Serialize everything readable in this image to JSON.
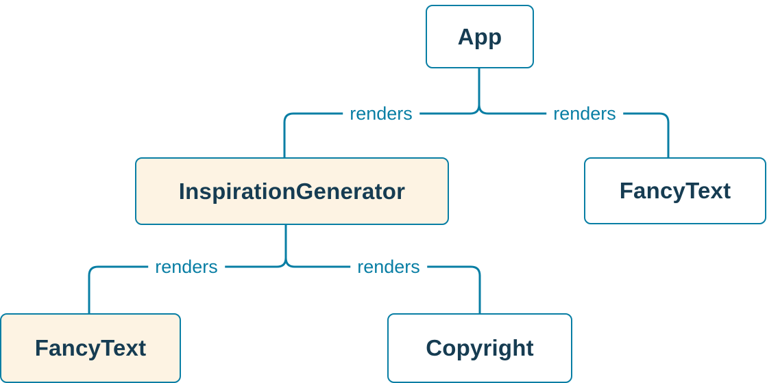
{
  "diagram": {
    "colors": {
      "accent": "#087ea4",
      "node_fill": "#ffffff",
      "highlight_fill": "#fdf3e3",
      "text": "#163c52",
      "background": "#ffffff"
    },
    "nodes": [
      {
        "id": "app",
        "label": "App",
        "highlighted": false
      },
      {
        "id": "inspiration-generator",
        "label": "InspirationGenerator",
        "highlighted": true
      },
      {
        "id": "fancy-text-top",
        "label": "FancyText",
        "highlighted": false
      },
      {
        "id": "fancy-text-bottom",
        "label": "FancyText",
        "highlighted": true
      },
      {
        "id": "copyright",
        "label": "Copyright",
        "highlighted": false
      }
    ],
    "edges": [
      {
        "from": "App",
        "to": "InspirationGenerator",
        "label": "renders"
      },
      {
        "from": "App",
        "to": "FancyText",
        "label": "renders"
      },
      {
        "from": "InspirationGenerator",
        "to": "FancyText",
        "label": "renders"
      },
      {
        "from": "InspirationGenerator",
        "to": "Copyright",
        "label": "renders"
      }
    ]
  }
}
